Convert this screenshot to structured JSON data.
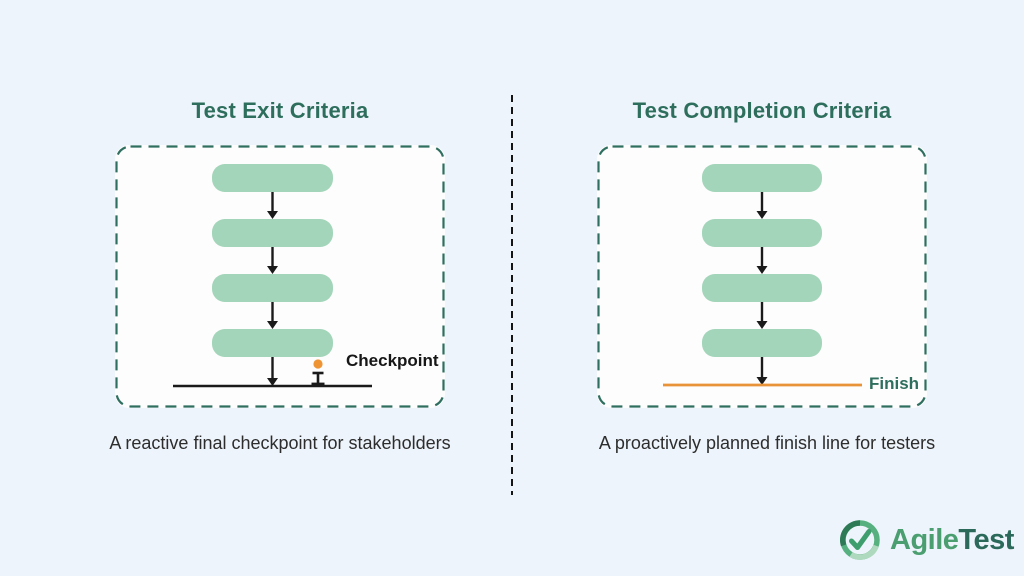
{
  "panels": {
    "left": {
      "title": "Test Exit Criteria",
      "caption": "A reactive final checkpoint for stakeholders",
      "marker_label": "Checkpoint",
      "marker_icon": "checkpoint-person-marker-icon",
      "steps_count": 4,
      "end_element": "baseline-with-checkpoint"
    },
    "right": {
      "title": "Test Completion Criteria",
      "caption": "A proactively planned finish line for testers",
      "marker_label": "Finish",
      "marker_icon": "finish-line-icon",
      "steps_count": 4,
      "end_element": "orange-finish-line"
    }
  },
  "logo": {
    "icon": "check-circle-icon",
    "brand_first": "Agile",
    "brand_second": "Test"
  },
  "colors": {
    "background": "#edf4fb",
    "panel_background": "#fdfdfd",
    "panel_border_teal": "#2f6f5f",
    "pill_green": "#a2d5b9",
    "title_teal": "#2d6e5c",
    "arrow_black": "#1a1a1a",
    "checkpoint_orange": "#ef9434",
    "finish_orange": "#e8923a",
    "caption_text": "#2d2d2d",
    "brand_green_light": "#4a9e70",
    "brand_green_dark": "#2b695a"
  }
}
